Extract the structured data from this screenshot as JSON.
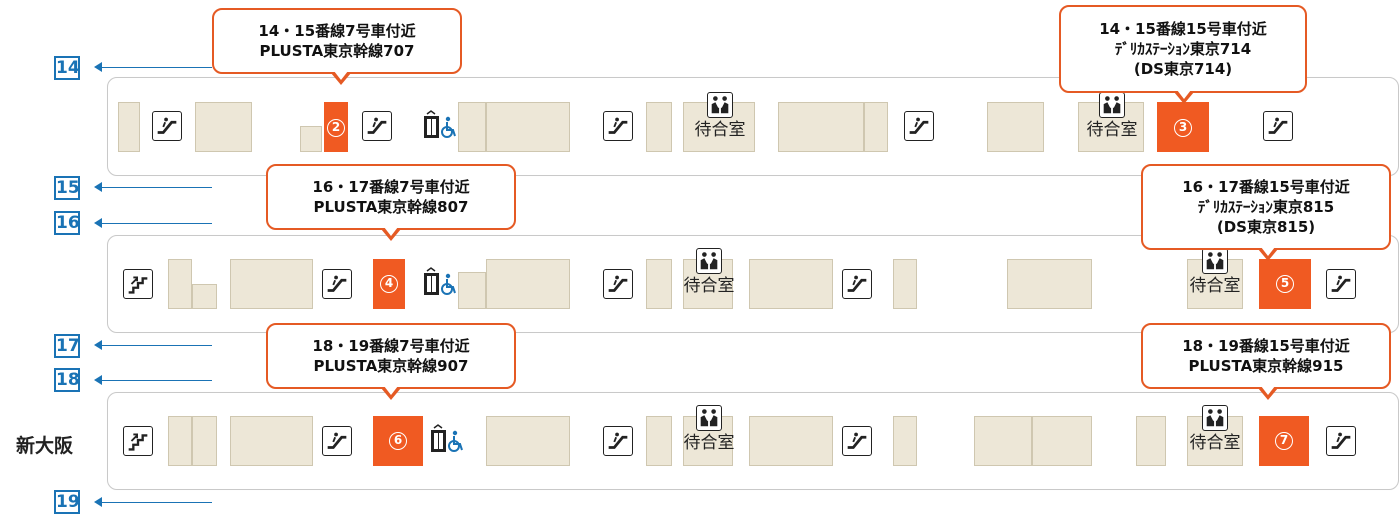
{
  "tracks": [
    "14",
    "15",
    "16",
    "17",
    "18",
    "19"
  ],
  "station_name": "新大阪",
  "waiting_room_label": "待合室",
  "shops": [
    "2",
    "3",
    "4",
    "5",
    "6",
    "7"
  ],
  "callouts": {
    "c2": [
      "14・15番線7号車付近",
      "PLUSTA東京幹線707"
    ],
    "c3": [
      "14・15番線15号車付近",
      "ﾃﾞﾘｶｽﾃｰｼｮﾝ東京714",
      "(DS東京714)"
    ],
    "c4": [
      "16・17番線7号車付近",
      "PLUSTA東京幹線807"
    ],
    "c5": [
      "16・17番線15号車付近",
      "ﾃﾞﾘｶｽﾃｰｼｮﾝ東京815",
      "(DS東京815)"
    ],
    "c6": [
      "18・19番線7号車付近",
      "PLUSTA東京幹線907"
    ],
    "c7": [
      "18・19番線15号車付近",
      "PLUSTA東京幹線915"
    ]
  },
  "colors": {
    "shop": "#f05a22",
    "callout_border": "#e55a24",
    "track": "#1a73b5",
    "block": "#ede7d7"
  },
  "icons": [
    "escalator-icon",
    "stairs-icon",
    "elevator-accessible-icon",
    "waiting-room-icon"
  ]
}
